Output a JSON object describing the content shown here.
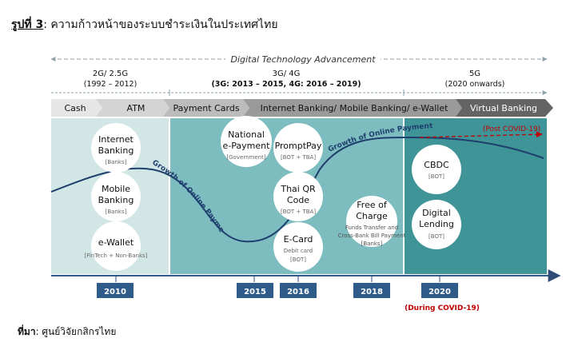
{
  "figure": {
    "label": "รูปที่ 3",
    "caption": ": ความก้าวหน้าของระบบชำระเงินในประเทศไทย"
  },
  "source": {
    "label": "ที่มา",
    "text": ": ศูนย์วิจัยกสิกรไทย"
  },
  "banner": "Digital Technology Advancement",
  "eras": [
    {
      "name": "2G/ 2.5G",
      "years": "(1992 – 2012)"
    },
    {
      "name": "3G/ 4G",
      "years": "(3G: 2013 – 2015, 4G: 2016 – 2019)"
    },
    {
      "name": "5G",
      "years": "(2020 onwards)"
    }
  ],
  "stages": [
    "Cash",
    "ATM",
    "Payment Cards",
    "Internet Banking/ Mobile Banking/ e-Wallet",
    "Virtual Banking"
  ],
  "services": {
    "internet_banking": {
      "title": [
        "Internet",
        "Banking"
      ],
      "sub": "[Banks]"
    },
    "mobile_banking": {
      "title": [
        "Mobile",
        "Banking"
      ],
      "sub": "[Banks]"
    },
    "ewallet": {
      "title": [
        "e-Wallet"
      ],
      "sub": "[FinTech + Non-Banks]"
    },
    "national_epayment": {
      "title": [
        "National",
        "e-Payment"
      ],
      "sub": "[Government]"
    },
    "promptpay": {
      "title": [
        "PromptPay"
      ],
      "sub": "[BOT + TBA]"
    },
    "thai_qr": {
      "title": [
        "Thai QR",
        "Code"
      ],
      "sub": "[BOT + TBA]"
    },
    "ecard": {
      "title": [
        "E-Card"
      ],
      "sub": [
        "Debit card",
        "[BOT]"
      ]
    },
    "free_of_charge": {
      "title": [
        "Free of",
        "Charge"
      ],
      "sub": [
        "Funds Transfer and",
        "Cross-Bank Bill Payment",
        "[Banks]"
      ]
    },
    "cbdc": {
      "title": [
        "CBDC"
      ],
      "sub": "[BOT]"
    },
    "digital_lending": {
      "title": [
        "Digital",
        "Lending"
      ],
      "sub": "[BOT]"
    }
  },
  "growth_label": "Growth of Online Payment",
  "post_covid": "(Post COVID-19)",
  "during_covid": "(During COVID-19)",
  "years": [
    "2010",
    "2015",
    "2016",
    "2018",
    "2020"
  ],
  "colors": {
    "era1": "#d3e6e6",
    "era2": "#7dbcbf",
    "era3": "#3f9497",
    "chevron_light": "#e6e6e6",
    "chevron_dark": "#646464",
    "year_box": "#2e5b8a",
    "curve": "#1f3f6e",
    "covid": "#c00000"
  }
}
